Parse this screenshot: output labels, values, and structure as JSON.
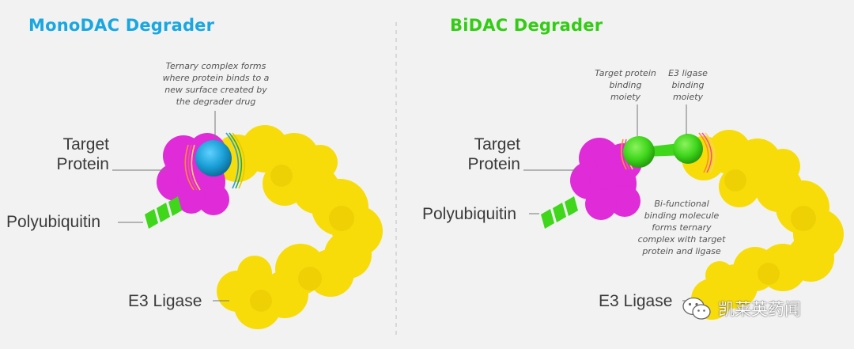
{
  "colors": {
    "mono_title": "#1aa7e0",
    "bi_title": "#33cc14",
    "ligase": "#f7dc0a",
    "target": "#e02bd8",
    "ubiquitin": "#3fd61c",
    "mono_drug": "#1a9fd6",
    "bi_moiety": "#3fd61c"
  },
  "left_panel": {
    "title": "MonoDAC Degrader",
    "annotation": [
      "Ternary complex forms",
      "where protein binds to a",
      "new surface created by",
      "the degrader drug"
    ],
    "target_label": [
      "Target",
      "Protein"
    ],
    "ubiquitin_label": "Polyubiquitin",
    "ligase_label": "E3 Ligase"
  },
  "right_panel": {
    "title": "BiDAC Degrader",
    "target_moiety_note": [
      "Target protein",
      "binding",
      "moiety"
    ],
    "ligase_moiety_note": [
      "E3 ligase",
      "binding",
      "moiety"
    ],
    "bifunctional_note": [
      "Bi-functional",
      "binding molecule",
      "forms ternary",
      "complex with target",
      "protein and ligase"
    ],
    "target_label": [
      "Target",
      "Protein"
    ],
    "ubiquitin_label": "Polyubiquitin",
    "ligase_label": "E3 Ligase"
  },
  "watermark": {
    "icon": "wechat-icon",
    "text": "凯莱英药闻"
  }
}
